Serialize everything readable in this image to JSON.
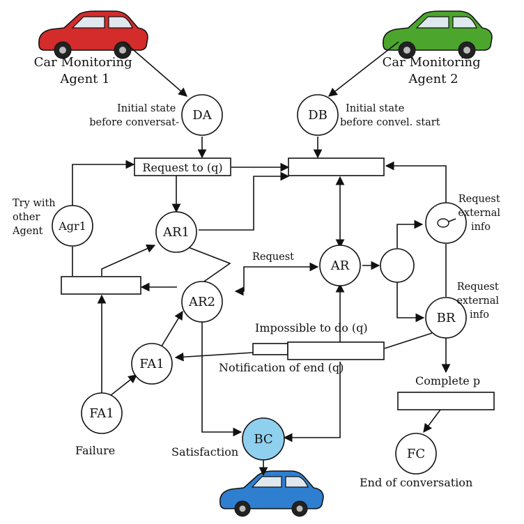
{
  "agents": {
    "agent1_label": [
      "Car Monitoring",
      "Agent 1"
    ],
    "agent2_label": [
      "Car Monitoring",
      "Agent 2"
    ]
  },
  "colors": {
    "agent1_car": "#d42b2b",
    "agent2_car": "#4ca62e",
    "result_car": "#2f7fd0",
    "node_bc_fill": "#8fd0ee"
  },
  "nodes": {
    "DA": "DA",
    "DB": "DB",
    "Agr1": "Agr1",
    "AR1": "AR1",
    "AR2": "AR2",
    "AR": "AR",
    "BR": "BR",
    "FA1_top": "FA1",
    "FA1_bottom": "FA1",
    "BC": "BC",
    "FC": "FC",
    "info_symbol": "o"
  },
  "labels": {
    "da_note": [
      "Initial state",
      "before conversat-"
    ],
    "db_note": [
      "Initial state",
      "before convel. start"
    ],
    "request_to_q": "Request to (q)",
    "try_other": [
      "Try with",
      "other",
      "Agent"
    ],
    "request": "Request",
    "request_external_1": [
      "Request",
      "external",
      "info"
    ],
    "request_external_2": [
      "Request",
      "external",
      "info"
    ],
    "impossible": "Impossible to do (q)",
    "notification_end": "Notification of end (q)",
    "complete": "Complete p",
    "failure": "Failure",
    "satisfaction": "Satisfaction",
    "end_of_conversation": "End of conversation"
  }
}
